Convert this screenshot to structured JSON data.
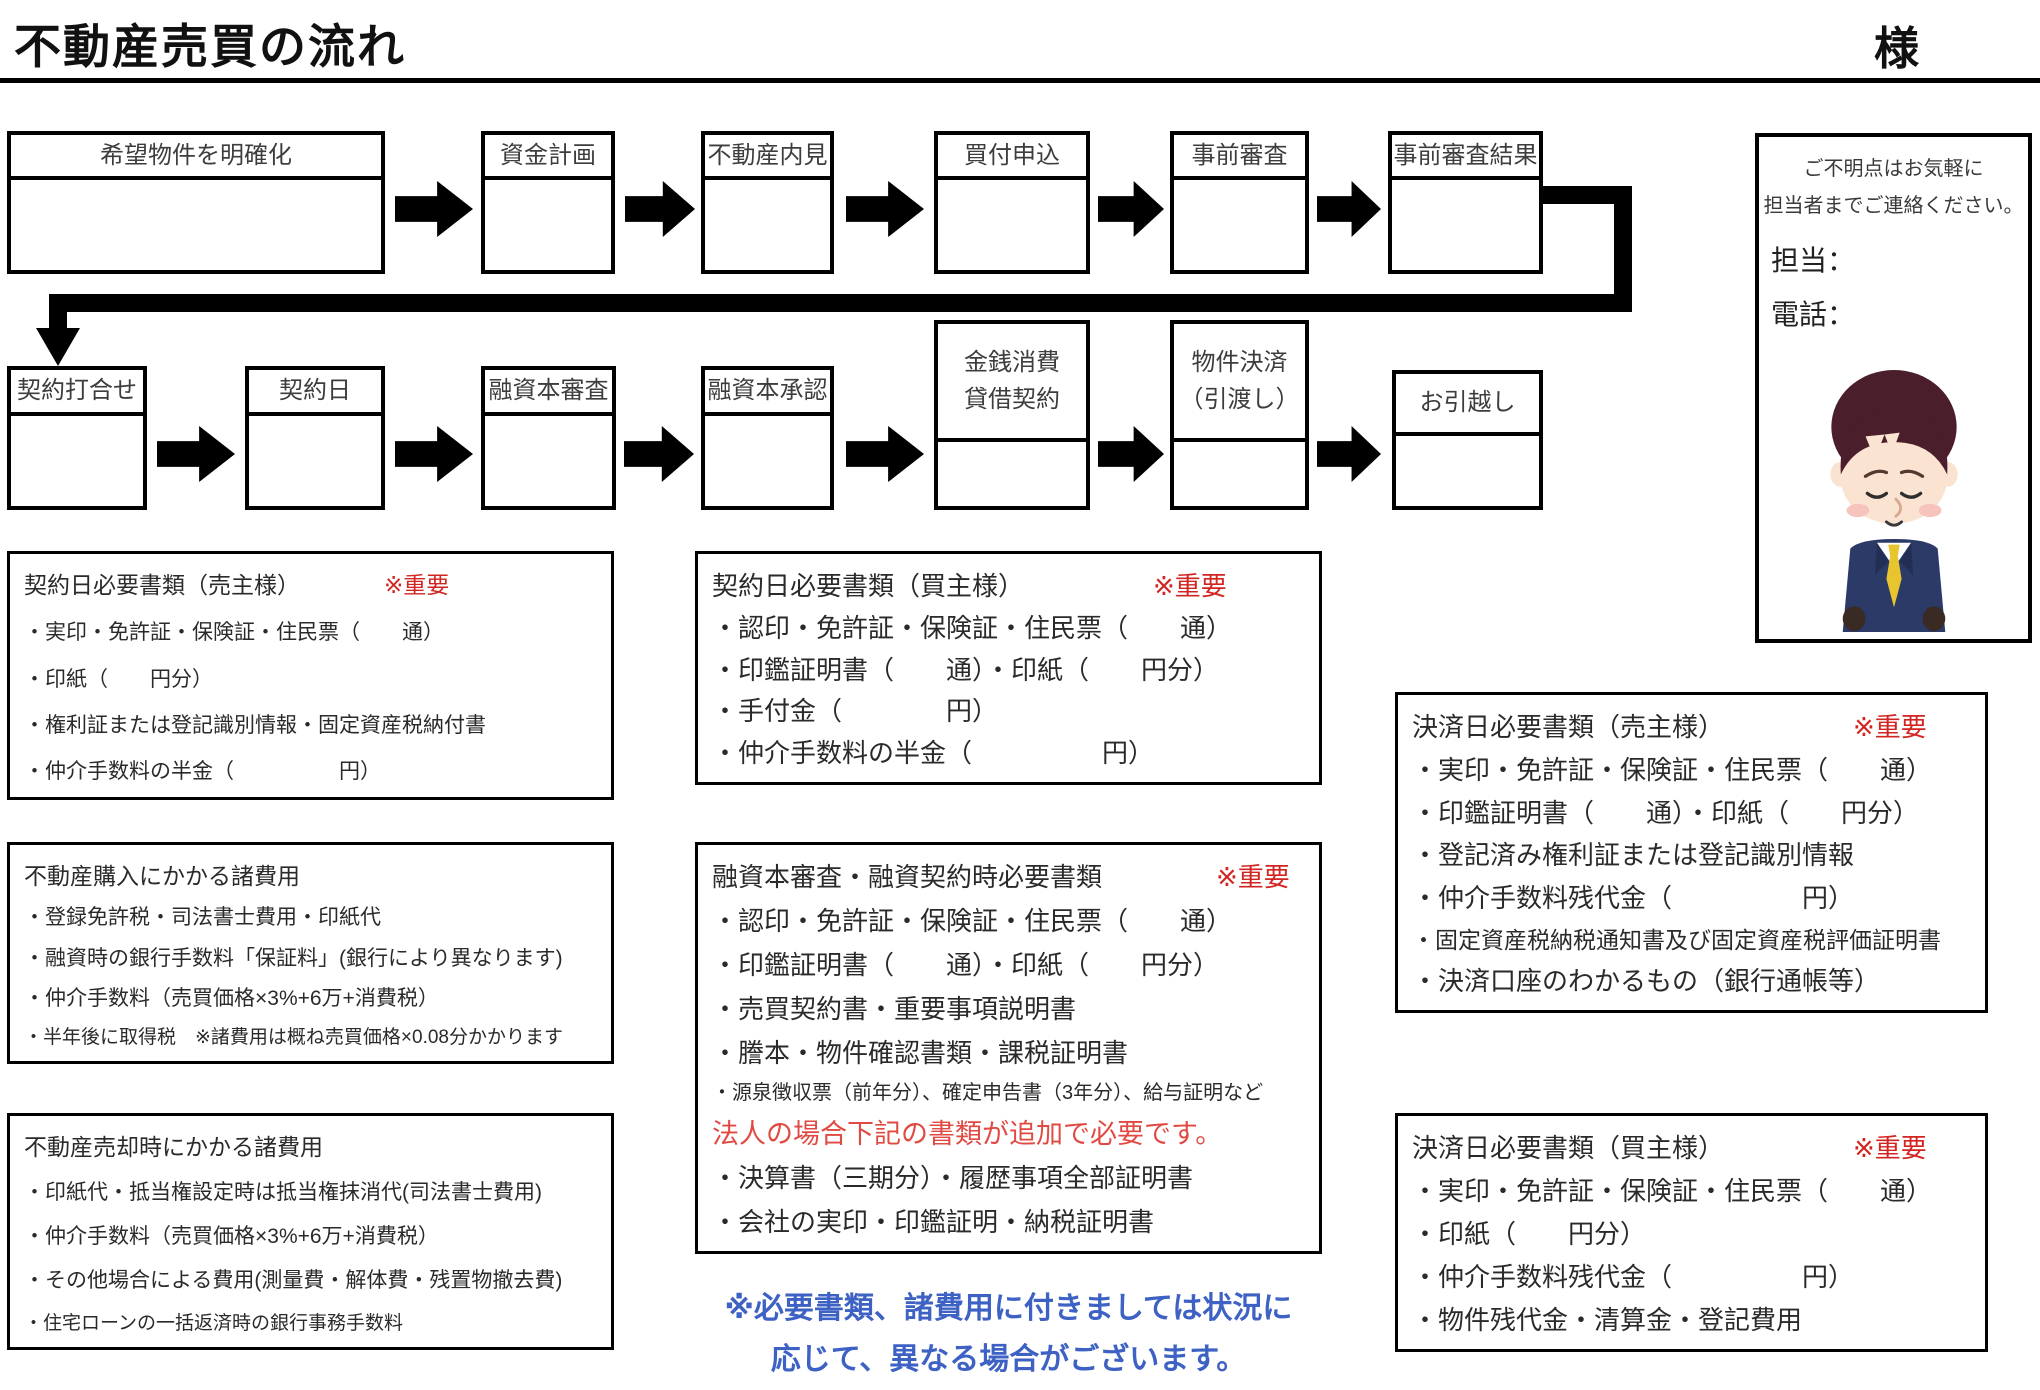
{
  "header": {
    "title": "不動産売買の流れ",
    "honorific": "様"
  },
  "flow": {
    "row1": [
      {
        "label": "希望物件を明確化"
      },
      {
        "label": "資金計画"
      },
      {
        "label": "不動産内見"
      },
      {
        "label": "買付申込"
      },
      {
        "label": "事前審査"
      },
      {
        "label": "事前審査結果"
      }
    ],
    "row2": [
      {
        "line1": "契約打合せ"
      },
      {
        "line1": "契約日"
      },
      {
        "line1": "融資本審査"
      },
      {
        "line1": "融資本承認"
      },
      {
        "line1": "金銭消費",
        "line2": "貸借契約"
      },
      {
        "line1": "物件決済",
        "line2": "（引渡し）"
      },
      {
        "line1": "お引越し"
      }
    ]
  },
  "contact": {
    "line1": "ご不明点はお気軽に",
    "line2": "担当者までご連絡ください。",
    "staff_label": "担当：",
    "phone_label": "電話："
  },
  "lists": {
    "seller_contract": {
      "title": "契約日必要書類（売主様）",
      "important": "※重要",
      "items": [
        "・実印・免許証・保険証・住民票（　　通）",
        "・印紙（　　円分）",
        "・権利証または登記識別情報・固定資産税納付書",
        "・仲介手数料の半金（　　　　　円）"
      ]
    },
    "purchase_costs": {
      "title": "不動産購入にかかる諸費用",
      "items": [
        "・登録免許税・司法書士費用・印紙代",
        "・融資時の銀行手数料「保証料」(銀行により異なります)",
        "・仲介手数料（売買価格×3%+6万+消費税）",
        "・半年後に取得税　※諸費用は概ね売買価格×0.08分かかります"
      ]
    },
    "sale_costs": {
      "title": "不動産売却時にかかる諸費用",
      "items": [
        "・印紙代・抵当権設定時は抵当権抹消代(司法書士費用)",
        "・仲介手数料（売買価格×3%+6万+消費税）",
        "・その他場合による費用(測量費・解体費・残置物撤去費)",
        "・住宅ローンの一括返済時の銀行事務手数料"
      ]
    },
    "buyer_contract": {
      "title": "契約日必要書類（買主様）",
      "important": "※重要",
      "items": [
        "・認印・免許証・保険証・住民票（　　通）",
        "・印鑑証明書（　　通）・印紙（　　円分）",
        "・手付金（　　　　円）",
        "・仲介手数料の半金（　　　　　円）"
      ]
    },
    "loan_docs": {
      "title": "融資本審査・融資契約時必要書類",
      "important": "※重要",
      "items": [
        "・認印・免許証・保険証・住民票（　　通）",
        "・印鑑証明書（　　通）・印紙（　　円分）",
        "・売買契約書・重要事項説明書",
        "・謄本・物件確認書類・課税証明書",
        "・源泉徴収票（前年分）、確定申告書（3年分）、給与証明など",
        "法人の場合下記の書類が追加で必要です。",
        "・決算書（三期分）・履歴事項全部証明書",
        "・会社の実印・印鑑証明・納税証明書"
      ]
    },
    "seller_settlement": {
      "title": "決済日必要書類（売主様）",
      "important": "※重要",
      "items": [
        "・実印・免許証・保険証・住民票（　　通）",
        "・印鑑証明書（　　通）・印紙（　　円分）",
        "・登記済み権利証または登記識別情報",
        "・仲介手数料残代金（　　　　　円）",
        "・固定資産税納税通知書及び固定資産税評価証明書",
        "・決済口座のわかるもの（銀行通帳等）"
      ]
    },
    "buyer_settlement": {
      "title": "決済日必要書類（買主様）",
      "important": "※重要",
      "items": [
        "・実印・免許証・保険証・住民票（　　通）",
        "・印紙（　　円分）",
        "・仲介手数料残代金（　　　　　円）",
        "・物件残代金・清算金・登記費用"
      ]
    }
  },
  "footnote": {
    "line1": "※必要書類、諸費用に付きましては状況に",
    "line2": "応じて、異なる場合がございます。"
  },
  "colors": {
    "important_red": "#d22420",
    "corporate_red": "#e04a42",
    "note_blue": "#3e62c4",
    "suit_navy": "#2c3a68",
    "tie_yellow": "#e8c42e"
  }
}
